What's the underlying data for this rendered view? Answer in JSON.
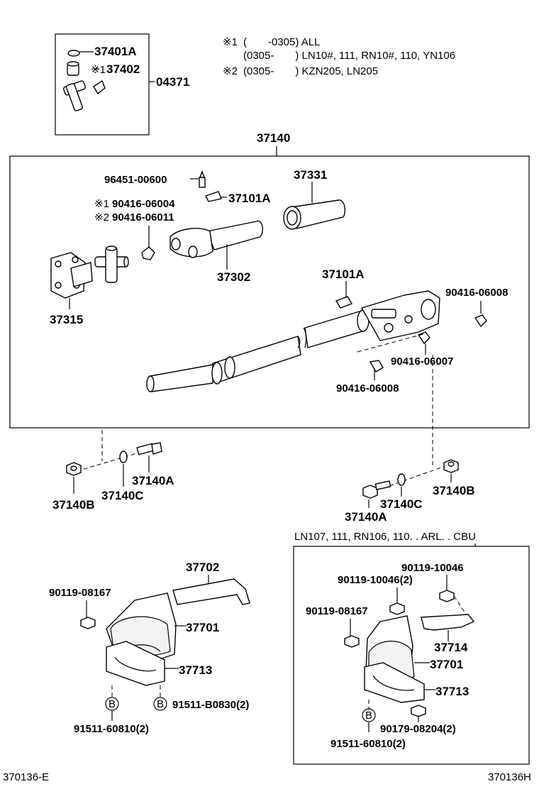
{
  "notes": {
    "n1_mark": "※1",
    "n1_line1": "(　　-0305) ALL",
    "n1_line2": "(0305-　　) LN10#, 111, RN10#, 110, YN106",
    "n2_mark": "※2",
    "n2_line1": "(0305-　　) KZN205, LN205"
  },
  "kit": {
    "p37401a": "37401A",
    "p37402": "37402",
    "mark1": "※1",
    "p04371": "04371"
  },
  "shaft": {
    "title": "37140",
    "p96451": "96451-00600",
    "p90416_06004": "90416-06004",
    "p90416_06011": "90416-06011",
    "mark1": "※1",
    "mark2": "※2",
    "p37101a_top": "37101A",
    "p37331": "37331",
    "p37302": "37302",
    "p37315": "37315",
    "p37101a_mid": "37101A",
    "p90416_06008_r": "90416-06008",
    "p90416_06007": "90416-06007",
    "p90416_06008_b": "90416-06008"
  },
  "fasteners": {
    "left_a": "37140A",
    "left_b": "37140B",
    "left_c": "37140C",
    "right_a": "37140A",
    "right_b": "37140B",
    "right_c": "37140C"
  },
  "bearing_left": {
    "p37702": "37702",
    "p90119_08167": "90119-08167",
    "p37701": "37701",
    "p37713": "37713",
    "circle_b1": "B",
    "circle_b2": "B",
    "p91511_b0830": "91511-B0830(2)",
    "p91511_60810": "91511-60810(2)"
  },
  "bearing_right": {
    "header": "LN107, 111, RN106, 110. . ARL. . CBU",
    "p90119_10046": "90119-10046",
    "p90119_10046_2": "90119-10046(2)",
    "p90119_08167": "90119-08167",
    "p37714": "37714",
    "p37701": "37701",
    "p37713": "37713",
    "circle_b": "B",
    "p90179_08204": "90179-08204(2)",
    "p91511_60810": "91511-60810(2)"
  },
  "footer": {
    "left_code": "370136-E",
    "right_code": "370136H"
  }
}
